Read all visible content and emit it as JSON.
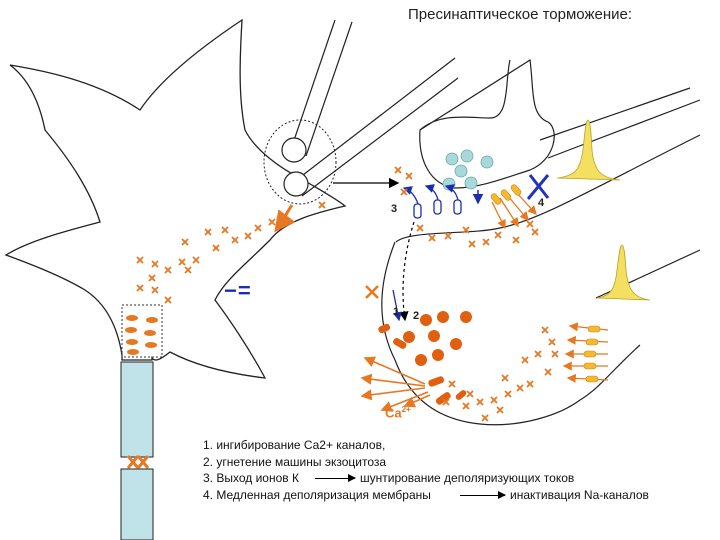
{
  "title": "Пресинаптическое торможение:",
  "labels": {
    "n1": "1",
    "n2": "2",
    "n3": "3",
    "n4": "4",
    "ion": "Ca",
    "ion_charge": "2+",
    "sign": "−="
  },
  "legend": [
    {
      "text": "1. ингибирование Ca2+ каналов,"
    },
    {
      "text": "2. угнетение машины экзоцитоза"
    },
    {
      "text": "3. Выход ионов К",
      "result": "шунтирование деполяризующих токов"
    },
    {
      "text": "4. Медленная деполяризация мембраны",
      "result": "инактивация Na-каналов"
    }
  ],
  "colors": {
    "orange": "#e87722",
    "dot_orange": "#e06010",
    "vesicle_blue": "#a9d8da",
    "axon_fill": "#bfe3e8",
    "spike": "#f5df60",
    "block_blue": "#2233bb"
  }
}
